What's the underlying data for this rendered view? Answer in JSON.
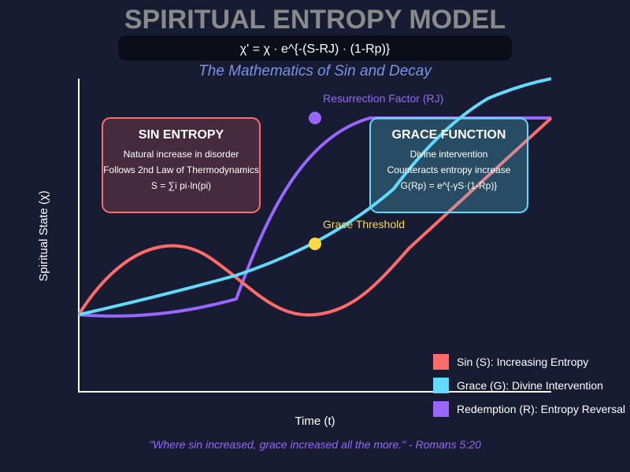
{
  "title": "SPIRITUAL ENTROPY MODEL",
  "formula": "χ' = χ · e^{-(S-RJ) · (1-Rp)}",
  "subtitle": "The Mathematics of Sin and Decay",
  "y_axis_label": "Spiritual State (χ)",
  "x_axis_label": "Time (t)",
  "annotations": {
    "resurrection": "Resurrection Factor (RJ)",
    "grace_threshold": "Grace Threshold"
  },
  "sin_box": {
    "title": "SIN ENTROPY",
    "lines": [
      "Natural increase in disorder",
      "Follows 2nd Law of Thermodynamics",
      "S = ∑i pi·ln(pi)"
    ]
  },
  "grace_box": {
    "title": "GRACE FUNCTION",
    "lines": [
      "Divine intervention",
      "Counteracts entropy increase",
      "G(Rp) = e^{-γS·(1-Rp)}"
    ]
  },
  "legend": [
    {
      "label": "Sin (S): Increasing Entropy",
      "color": "#ff6b6b"
    },
    {
      "label": "Grace (G): Divine Intervention",
      "color": "#61dafb"
    },
    {
      "label": "Redemption (R): Entropy Reversal",
      "color": "#9966ff"
    }
  ],
  "quote": "\"Where sin increased, grace increased all the more.\" - Romans 5:20",
  "colors": {
    "background": "#171c33",
    "sin": "#ff6b6b",
    "grace": "#61dafb",
    "redemption": "#9966ff",
    "threshold": "#ffd93d"
  }
}
